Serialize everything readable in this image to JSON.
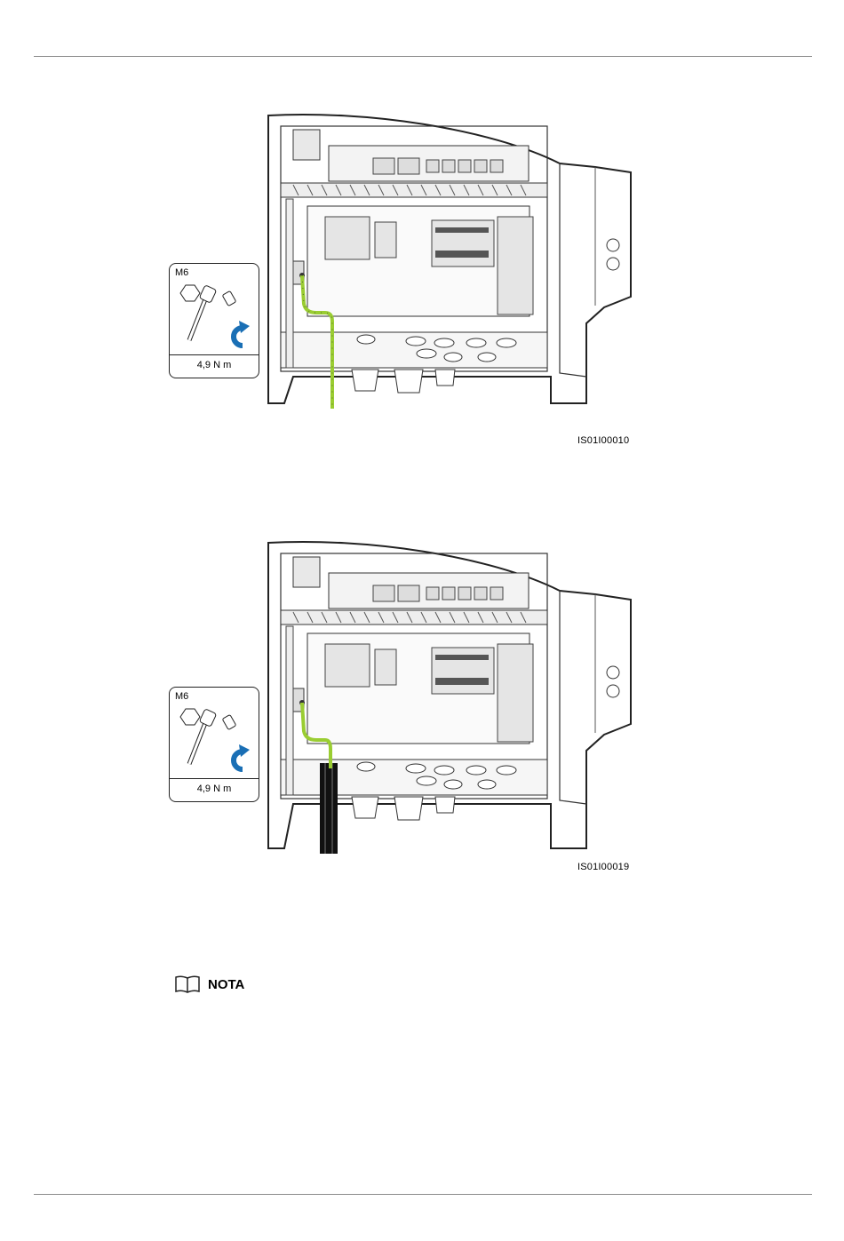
{
  "figures": [
    {
      "id_label": "IS01I00010",
      "tool": {
        "bolt_size": "M6",
        "torque": "4,9 N m",
        "bit_icon": "hexagon-icon",
        "wrench_icon": "torque-wrench-icon",
        "direction_icon": "clockwise-arrow-icon"
      },
      "cable": "ground-cable"
    },
    {
      "id_label": "IS01I00019",
      "tool": {
        "bolt_size": "M6",
        "torque": "4,9 N m",
        "bit_icon": "hexagon-icon",
        "wrench_icon": "torque-wrench-icon",
        "direction_icon": "clockwise-arrow-icon"
      },
      "cable": "ground-cable-with-power-cable"
    }
  ],
  "note": {
    "label": "NOTA",
    "icon": "book-icon"
  },
  "colors": {
    "ground_wire": "#9acd32",
    "arrow": "#1a6fb5",
    "rule": "#8a8a8a"
  }
}
